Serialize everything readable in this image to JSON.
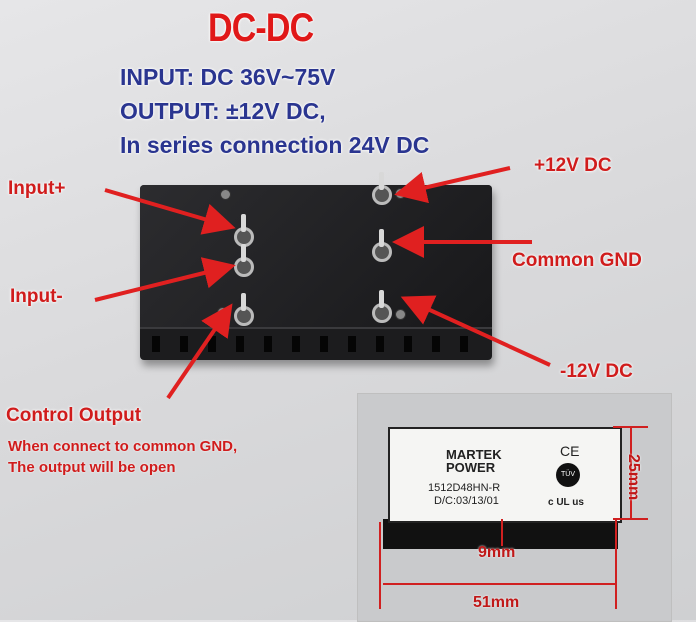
{
  "header": {
    "title": "DC-DC",
    "specs": [
      "INPUT: DC 36V~75V",
      "OUTPUT: ±12V DC,",
      "In series connection 24V DC"
    ]
  },
  "pin_labels": {
    "input_plus": "Input+",
    "input_minus": "Input-",
    "plus_12v": "+12V DC",
    "common_gnd": "Common GND",
    "minus_12v": "-12V DC",
    "control_output": "Control Output"
  },
  "control_note": [
    "When connect to common GND,",
    "The output will be open"
  ],
  "inset": {
    "brand_line1": "MARTEK",
    "brand_line2": "POWER",
    "model": "1512D48HN-R",
    "date_code": "D/C:03/13/01",
    "ce_mark": "CE",
    "tuv_mark": "TÜV",
    "ul_mark": "c UL us",
    "dimensions": {
      "height": "25mm",
      "depth": "9mm",
      "width": "51mm"
    }
  },
  "colors": {
    "title_red": "#e01818",
    "spec_blue": "#2a3590",
    "label_red": "#d01c1c"
  }
}
